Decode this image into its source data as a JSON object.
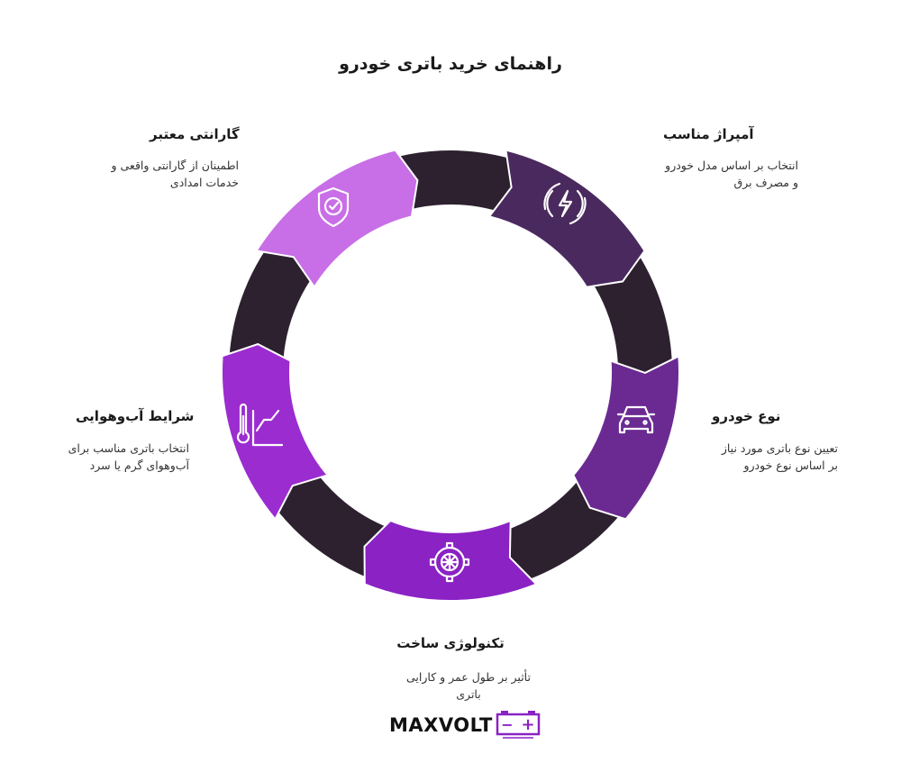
{
  "title": "راهنمای خرید باتری خودرو",
  "colors": {
    "ring": "#2d2130",
    "ring_stroke": "#ffffff",
    "amperage": "#4a2a5e",
    "vehicle_type": "#6b2a92",
    "technology": "#8a22c4",
    "climate": "#9b2cd0",
    "warranty": "#c86ee6",
    "icon_stroke": "#ffffff"
  },
  "steps": [
    {
      "id": "amperage",
      "title": "آمپراژ مناسب",
      "description_lines": [
        "انتخاب بر اساس مدل خودرو",
        "و مصرف برق"
      ],
      "icon": "lightning-icon"
    },
    {
      "id": "vehicle_type",
      "title": "نوع خودرو",
      "description_lines": [
        "تعیین نوع باتری مورد نیاز",
        "بر اساس نوع خودرو"
      ],
      "icon": "car-icon"
    },
    {
      "id": "technology",
      "title": "تکنولوژی ساخت",
      "description_lines": [
        "تأثیر بر طول عمر و کارایی",
        "باتری"
      ],
      "icon": "gear-icon"
    },
    {
      "id": "climate",
      "title": "شرایط آب‌وهوایی",
      "description_lines": [
        "انتخاب باتری مناسب برای",
        "آب‌وهوای گرم یا سرد"
      ],
      "icon": "thermometer-icon"
    },
    {
      "id": "warranty",
      "title": "گارانتی معتبر",
      "description_lines": [
        "اطمینان از گارانتی واقعی و",
        "خدمات امدادی"
      ],
      "icon": "shield-check-icon"
    }
  ],
  "brand": {
    "name_part1": "MAX",
    "name_part2": "VOLT",
    "battery_minus": "−",
    "battery_plus": "+"
  }
}
